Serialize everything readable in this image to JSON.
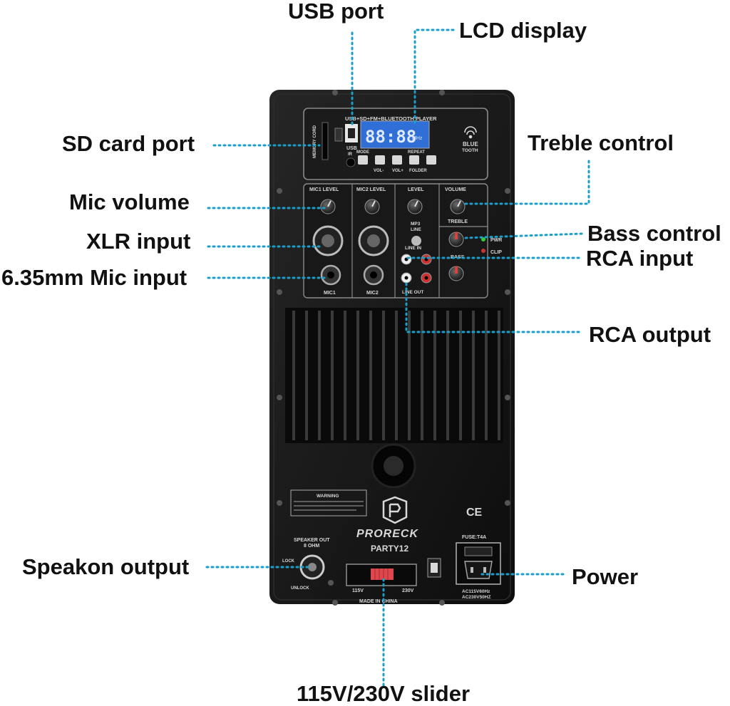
{
  "callouts": {
    "usb_port": "USB port",
    "lcd_display": "LCD display",
    "sd_card_port": "SD card port",
    "treble_control": "Treble control",
    "mic_volume": "Mic volume",
    "bass_control": "Bass control",
    "xlr_input": "XLR input",
    "rca_input": "RCA input",
    "mic_635_input": "6.35mm Mic input",
    "rca_output": "RCA output",
    "speakon_output": "Speakon output",
    "power": "Power",
    "voltage_slider": "115V/230V slider"
  },
  "panel": {
    "player_title": "USB+SD+FM+BLUETOOTH PLAYER",
    "memory_card": "MEMORY CORD",
    "usb": "USB",
    "ir": "IR",
    "mode": "MODE",
    "repeat": "REPEAT",
    "vol_minus": "VOL-",
    "vol_plus": "VOL+",
    "folder": "FOLDER",
    "lcd_digits": "88:88",
    "mhz": "MHz",
    "bluetooth_1": "BLUE",
    "bluetooth_2": "TOOTH",
    "mic1_level": "MIC1 LEVEL",
    "mic2_level": "MIC2 LEVEL",
    "level": "LEVEL",
    "volume": "VOLUME",
    "treble": "TREBLE",
    "bass": "BASS",
    "pwr": "PWR",
    "clip": "CLIP",
    "mp3": "MP3",
    "line": "LINE",
    "line_in": "LINE IN",
    "line_out": "LINE OUT",
    "mic1": "MIC1",
    "mic2": "MIC2",
    "warning": "WARNING",
    "speaker_out": "SPEAKER OUT",
    "ohm": "8 OHM",
    "lock": "LOCK",
    "unlock": "UNLOCK",
    "brand": "PRORECK",
    "model": "PARTY12",
    "ce": "CE",
    "fuse": "FUSE:T4A",
    "v115": "115V",
    "v230": "230V",
    "made_in": "MADE IN CHINA",
    "ac1": "AC115V60Hz",
    "ac2": "AC230V50HZ"
  },
  "colors": {
    "leader": "#1aa0c8",
    "plate": "#141414",
    "lcd": "#2f6fd6",
    "slider": "#e0474c"
  }
}
